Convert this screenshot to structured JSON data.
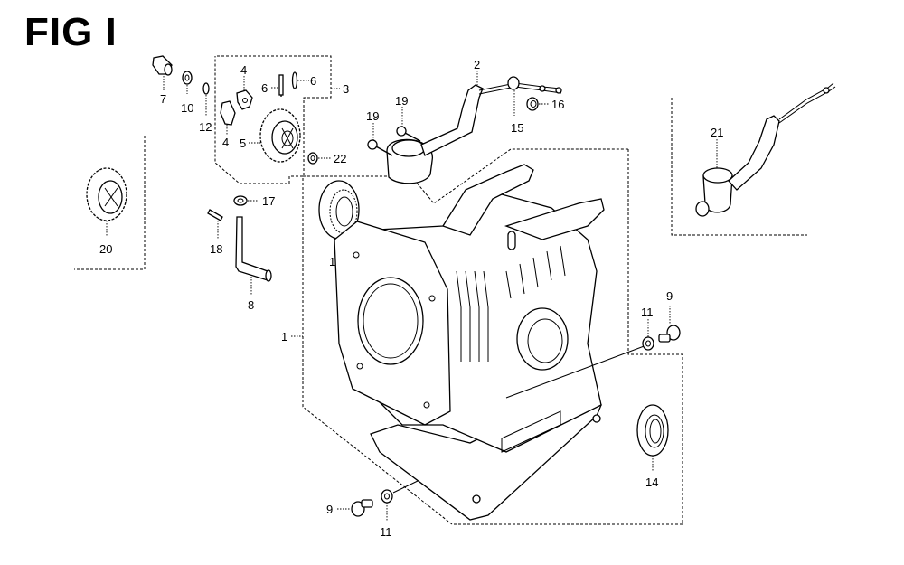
{
  "title": "FIG I",
  "callouts": [
    {
      "id": "c1",
      "label": "1"
    },
    {
      "id": "c2",
      "label": "2"
    },
    {
      "id": "c3",
      "label": "3"
    },
    {
      "id": "c4a",
      "label": "4"
    },
    {
      "id": "c4b",
      "label": "4"
    },
    {
      "id": "c5",
      "label": "5"
    },
    {
      "id": "c6a",
      "label": "6"
    },
    {
      "id": "c6b",
      "label": "6"
    },
    {
      "id": "c7",
      "label": "7"
    },
    {
      "id": "c8",
      "label": "8"
    },
    {
      "id": "c9a",
      "label": "9"
    },
    {
      "id": "c9b",
      "label": "9"
    },
    {
      "id": "c10",
      "label": "10"
    },
    {
      "id": "c11a",
      "label": "11"
    },
    {
      "id": "c11b",
      "label": "11"
    },
    {
      "id": "c12",
      "label": "12"
    },
    {
      "id": "c13",
      "label": "13"
    },
    {
      "id": "c14",
      "label": "14"
    },
    {
      "id": "c15",
      "label": "15"
    },
    {
      "id": "c16",
      "label": "16"
    },
    {
      "id": "c17",
      "label": "17"
    },
    {
      "id": "c18",
      "label": "18"
    },
    {
      "id": "c19a",
      "label": "19"
    },
    {
      "id": "c19b",
      "label": "19"
    },
    {
      "id": "c20",
      "label": "20"
    },
    {
      "id": "c21",
      "label": "21"
    },
    {
      "id": "c22",
      "label": "22"
    }
  ]
}
